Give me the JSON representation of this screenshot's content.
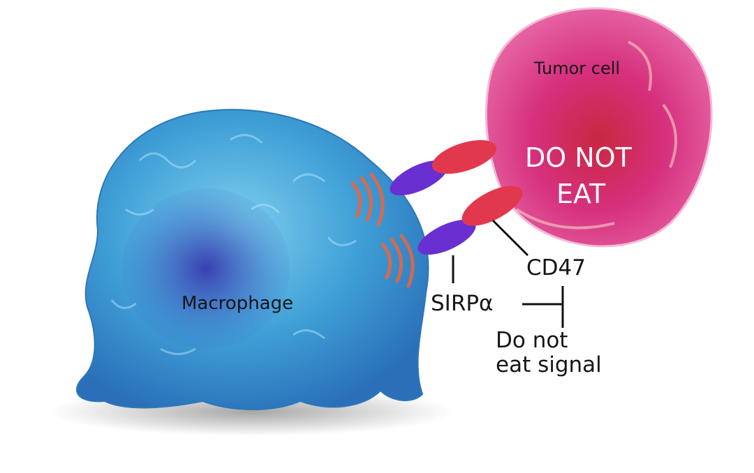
{
  "labels": {
    "tumor_cell": "Tumor cell",
    "do_not_eat_line1": "DO NOT",
    "do_not_eat_line2": "EAT",
    "macrophage": "Macrophage",
    "cd47": "CD47",
    "sirpa": "SIRPα",
    "signal_line1": "Do not",
    "signal_line2": "eat signal"
  },
  "colors": {
    "macrophage": "#3f9fd6",
    "macrophage_nucleus": "#3a4fb8",
    "tumor_cell": "#d6307e",
    "tumor_core": "#c8283f",
    "cd47_protein": "#e2384e",
    "sirpa_protein": "#6a2fd0",
    "signal_waves": "#f0643a"
  }
}
